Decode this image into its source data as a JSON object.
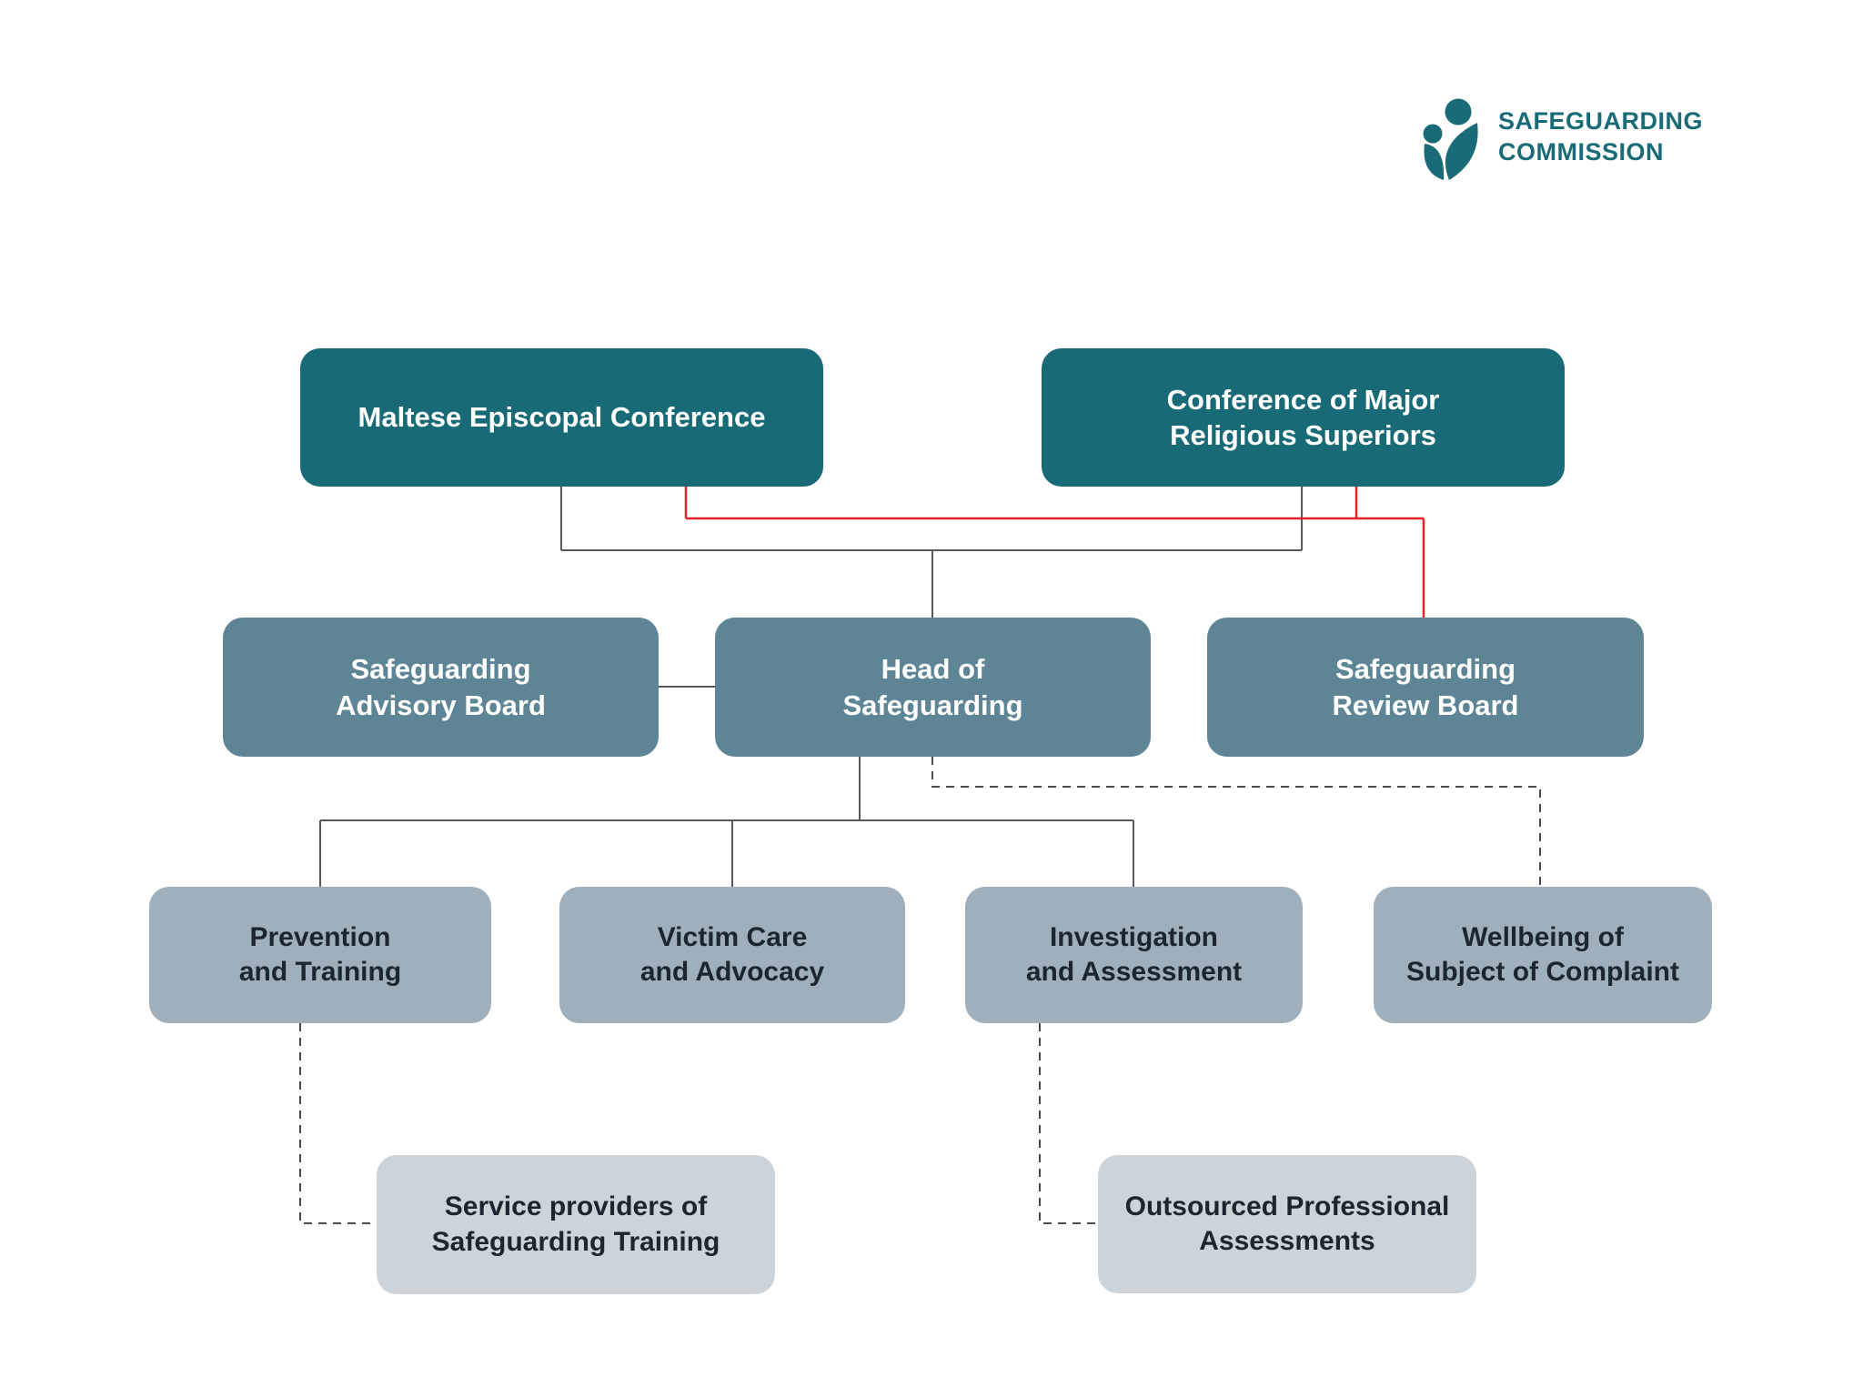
{
  "logo": {
    "line1": "SAFEGUARDING",
    "line2": "COMMISSION",
    "icon": "parent-child-leaves-icon"
  },
  "colors": {
    "background": "#ffffff",
    "row1_fill": "#196a77",
    "row2_fill": "#5e8595",
    "row3_fill": "#9fb0bc",
    "row4_fill": "#ccd4da",
    "row1_text": "#ffffff",
    "row2_text": "#ffffff",
    "row3_text": "#1d2630",
    "row4_text": "#1d2630",
    "logo_teal": "#1a6b78",
    "line_gray": "#58585a",
    "line_red": "#e0242b",
    "line_dashed": "#4b4b4d"
  },
  "diagram_data": {
    "type": "org-chart",
    "nodes": {
      "mec": {
        "label": "Maltese Episcopal Conference",
        "level": 1
      },
      "cmrs": {
        "label": "Conference of Major\nReligious Superiors",
        "level": 1
      },
      "advisory": {
        "label": "Safeguarding\nAdvisory Board",
        "level": 2
      },
      "head": {
        "label": "Head of\nSafeguarding",
        "level": 2
      },
      "review": {
        "label": "Safeguarding\nReview Board",
        "level": 2
      },
      "prevention": {
        "label": "Prevention\nand Training",
        "level": 3
      },
      "victim": {
        "label": "Victim Care\nand Advocacy",
        "level": 3
      },
      "investigation": {
        "label": "Investigation\nand Assessment",
        "level": 3
      },
      "wellbeing": {
        "label": "Wellbeing of\nSubject of Complaint",
        "level": 3
      },
      "service": {
        "label": "Service providers of\nSafeguarding Training",
        "level": 4
      },
      "outsourced": {
        "label": "Outsourced Professional\nAssessments",
        "level": 4
      }
    },
    "edges": [
      {
        "from": "mec",
        "to": "head",
        "style": "solid-gray"
      },
      {
        "from": "cmrs",
        "to": "head",
        "style": "solid-gray"
      },
      {
        "from": "mec",
        "to": "review",
        "style": "solid-red"
      },
      {
        "from": "cmrs",
        "to": "review",
        "style": "solid-red"
      },
      {
        "from": "advisory",
        "to": "head",
        "style": "solid-gray"
      },
      {
        "from": "head",
        "to": "prevention",
        "style": "solid-gray"
      },
      {
        "from": "head",
        "to": "victim",
        "style": "solid-gray"
      },
      {
        "from": "head",
        "to": "investigation",
        "style": "solid-gray"
      },
      {
        "from": "head",
        "to": "wellbeing",
        "style": "dashed-gray"
      },
      {
        "from": "prevention",
        "to": "service",
        "style": "dashed-gray"
      },
      {
        "from": "investigation",
        "to": "outsourced",
        "style": "dashed-gray"
      }
    ]
  }
}
